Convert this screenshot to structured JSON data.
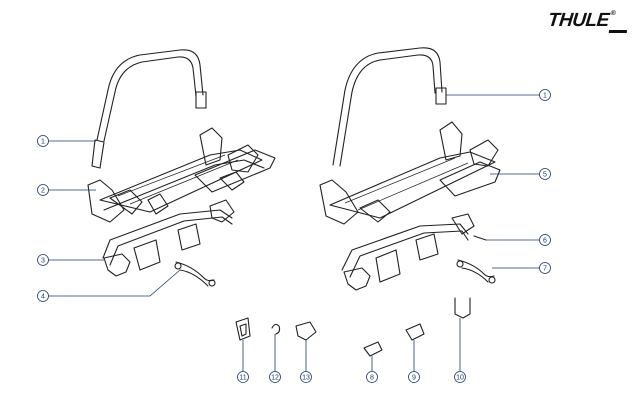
{
  "brand": {
    "logo_text": "THULE",
    "logo_mark": "®"
  },
  "callouts": [
    {
      "id": "c1a",
      "label": "1"
    },
    {
      "id": "c2",
      "label": "2"
    },
    {
      "id": "c3",
      "label": "3"
    },
    {
      "id": "c4",
      "label": "4"
    },
    {
      "id": "c1b",
      "label": "1"
    },
    {
      "id": "c5",
      "label": "5"
    },
    {
      "id": "c6",
      "label": "6"
    },
    {
      "id": "c7",
      "label": "7"
    },
    {
      "id": "c11",
      "label": "11"
    },
    {
      "id": "c12",
      "label": "12"
    },
    {
      "id": "c13",
      "label": "13"
    },
    {
      "id": "c8",
      "label": "8"
    },
    {
      "id": "c9",
      "label": "9"
    },
    {
      "id": "c10",
      "label": "10"
    }
  ],
  "colors": {
    "line": "#222222",
    "callout": "#1f3a6b",
    "background": "#ffffff"
  }
}
